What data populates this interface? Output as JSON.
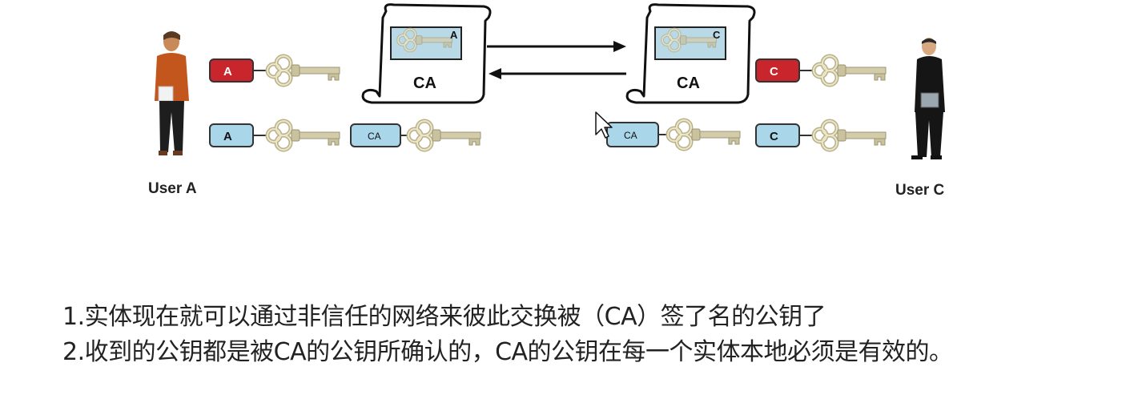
{
  "diagram": {
    "user_a": {
      "label": "User A"
    },
    "user_c": {
      "label": "User C"
    },
    "ca_scroll_label": "CA",
    "cert_a_tag": "A",
    "cert_c_tag": "C",
    "key_tags": {
      "a_private": "A",
      "a_public": "A",
      "ca_public_left": "CA",
      "ca_public_right": "CA",
      "c_private": "C",
      "c_public": "C"
    },
    "colors": {
      "private_key_tag": "#c8262c",
      "public_key_tag": "#a9d6e8",
      "key_body": "#d8d2b0",
      "certificate": "#b9d9e6",
      "arrow": "#111111"
    }
  },
  "notes": [
    "1.实体现在就可以通过非信任的网络来彼此交换被（CA）签了名的公钥了",
    "2.收到的公钥都是被CA的公钥所确认的，CA的公钥在每一个实体本地必须是有效的。"
  ]
}
